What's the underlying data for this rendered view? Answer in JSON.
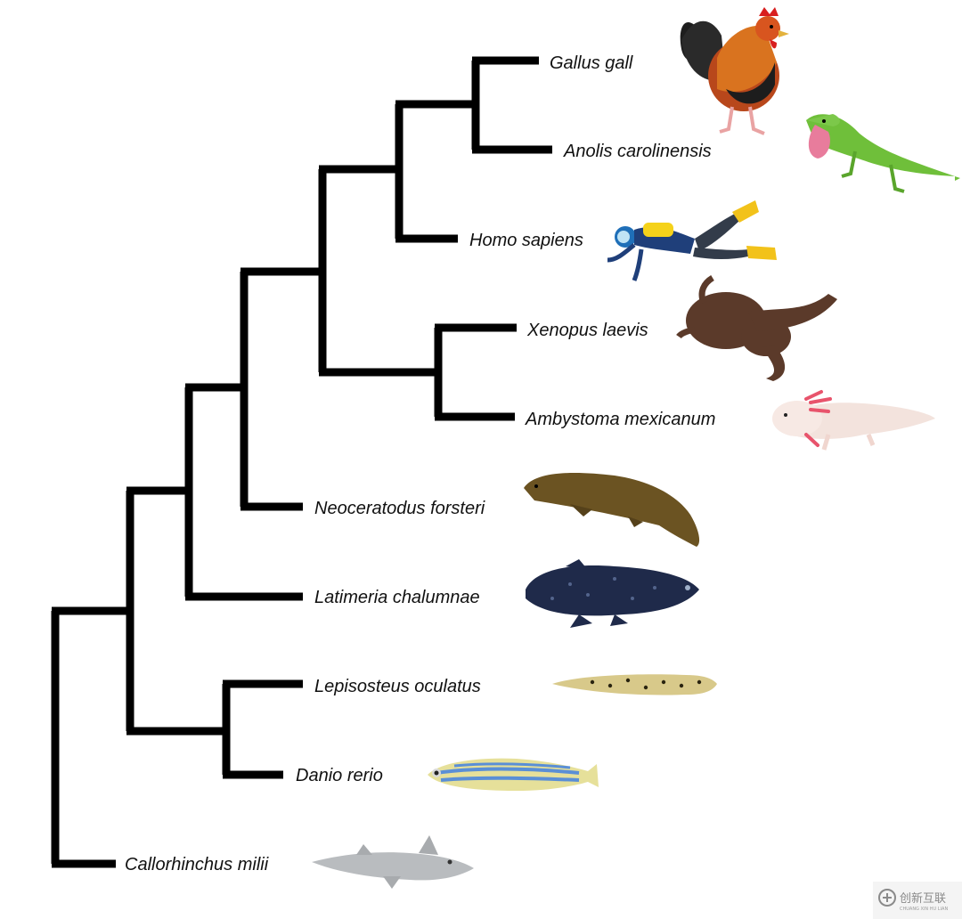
{
  "tree": {
    "taxa": [
      {
        "id": "gallus",
        "label": "Gallus gall",
        "icon": "rooster-icon"
      },
      {
        "id": "anolis",
        "label": "Anolis carolinensis",
        "icon": "lizard-icon"
      },
      {
        "id": "homo",
        "label": "Homo sapiens",
        "icon": "diver-icon"
      },
      {
        "id": "xenopus",
        "label": "Xenopus laevis",
        "icon": "frog-icon"
      },
      {
        "id": "ambystoma",
        "label": "Ambystoma mexicanum",
        "icon": "axolotl-icon"
      },
      {
        "id": "neoceratodus",
        "label": "Neoceratodus forsteri",
        "icon": "lungfish-icon"
      },
      {
        "id": "latimeria",
        "label": "Latimeria chalumnae",
        "icon": "coelacanth-icon"
      },
      {
        "id": "lepisosteus",
        "label": "Lepisosteus oculatus",
        "icon": "gar-icon"
      },
      {
        "id": "danio",
        "label": "Danio rerio",
        "icon": "zebrafish-icon"
      },
      {
        "id": "callorhinchus",
        "label": "Callorhinchus milii",
        "icon": "chimaera-icon"
      }
    ],
    "topology": "((((((Gallus gall, Anolis carolinensis), Homo sapiens), (Xenopus laevis, Ambystoma mexicanum)), Neoceratodus forsteri), Latimeria chalumnae), (Lepisosteus oculatus, Danio rerio)), Callorhinchus milii"
  },
  "watermark": {
    "text": "创新互联",
    "subtext": "CHUANG XIN HU LIAN",
    "icon": "logo-icon"
  },
  "colors": {
    "branch": "#000000",
    "rooster_body": "#b8471b",
    "lizard": "#6fbf3a",
    "frog": "#5b3a2a",
    "axolotl": "#f7e6e0",
    "lungfish": "#6b5322",
    "coelacanth": "#1f2a4a",
    "gar": "#d8c98a",
    "zebrafish": "#5a8fd6",
    "chimaera": "#b9bcbf"
  }
}
